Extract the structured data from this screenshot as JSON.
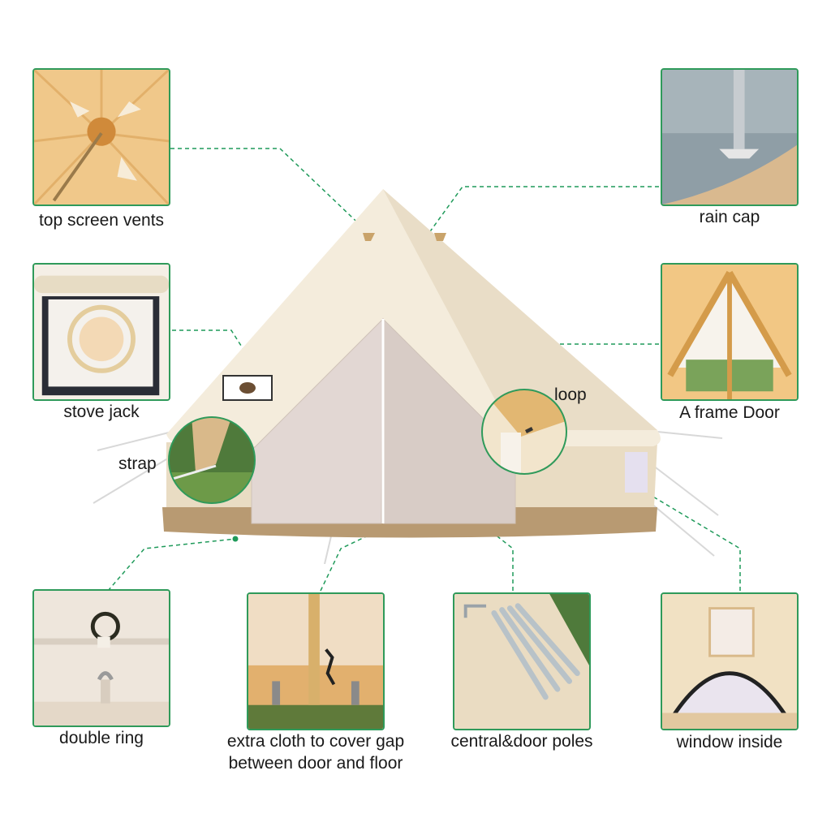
{
  "labels": {
    "top_vents": "top screen vents",
    "rain_cap": "rain cap",
    "stove_jack": "stove jack",
    "a_frame_door": "A frame Door",
    "loop": "loop",
    "strap": "strap",
    "double_ring": "double ring",
    "extra_cloth_line1": "extra cloth to cover gap",
    "extra_cloth_line2": "between door and floor",
    "poles": "central&door poles",
    "window_inside": "window inside"
  },
  "colors": {
    "frame_border": "#2f9a5a",
    "leader_line": "#1f9a5a",
    "canvas": "#f1e7d3",
    "canvas_shadow": "#d9c9ab",
    "floor_trim": "#b89a72"
  }
}
